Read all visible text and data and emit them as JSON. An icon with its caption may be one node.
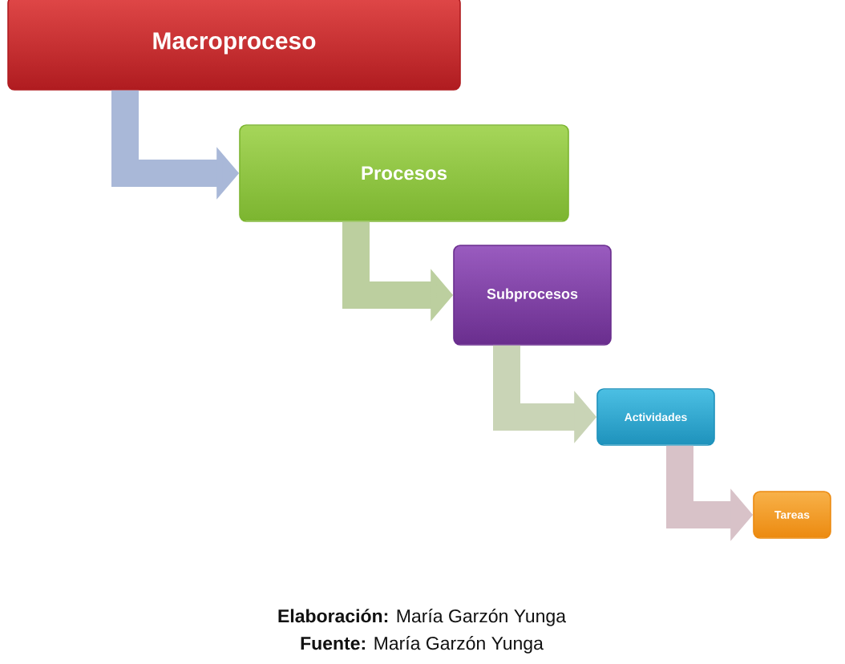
{
  "diagram": {
    "nodes": [
      {
        "text": [
          "Macroproceso"
        ]
      },
      {
        "text": [
          "Procesos"
        ]
      },
      {
        "text": [
          "Subprocesos"
        ]
      },
      {
        "text": [
          "Actividades"
        ]
      },
      {
        "text": [
          "Tareas"
        ]
      }
    ],
    "edges": [
      {
        "from": 0,
        "to": 1,
        "arrow": "to",
        "color": "#a9b8d8"
      },
      {
        "from": 1,
        "to": 2,
        "arrow": "to",
        "color": "#bccf9f"
      },
      {
        "from": 2,
        "to": 3,
        "arrow": "to",
        "color": "#c9d4b6"
      },
      {
        "from": 3,
        "to": 4,
        "arrow": "to",
        "color": "#d8c2c8"
      }
    ],
    "labels": [
      "**Elaboración:** María Garzón Yunga",
      "**Fuente:** María Garzón Yunga"
    ]
  }
}
